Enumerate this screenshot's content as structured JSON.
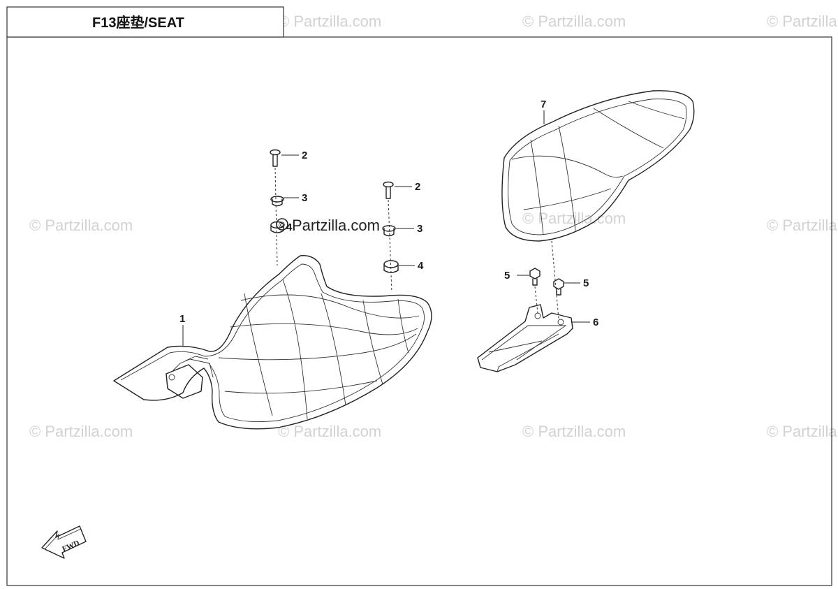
{
  "title": "F13座垫/SEAT",
  "logo_text": "Partzilla.com",
  "watermark_text": "© Partzilla.com",
  "fwd_text": "FWD",
  "callouts": [
    {
      "id": "c1",
      "number": "1"
    },
    {
      "id": "c2a",
      "number": "2"
    },
    {
      "id": "c3a",
      "number": "3"
    },
    {
      "id": "c4a",
      "number": "4"
    },
    {
      "id": "c2b",
      "number": "2"
    },
    {
      "id": "c3b",
      "number": "3"
    },
    {
      "id": "c4b",
      "number": "4"
    },
    {
      "id": "c5a",
      "number": "5"
    },
    {
      "id": "c5b",
      "number": "5"
    },
    {
      "id": "c6",
      "number": "6"
    },
    {
      "id": "c7",
      "number": "7"
    }
  ],
  "colors": {
    "line": "#222222",
    "watermark": "#d2d2d2"
  }
}
